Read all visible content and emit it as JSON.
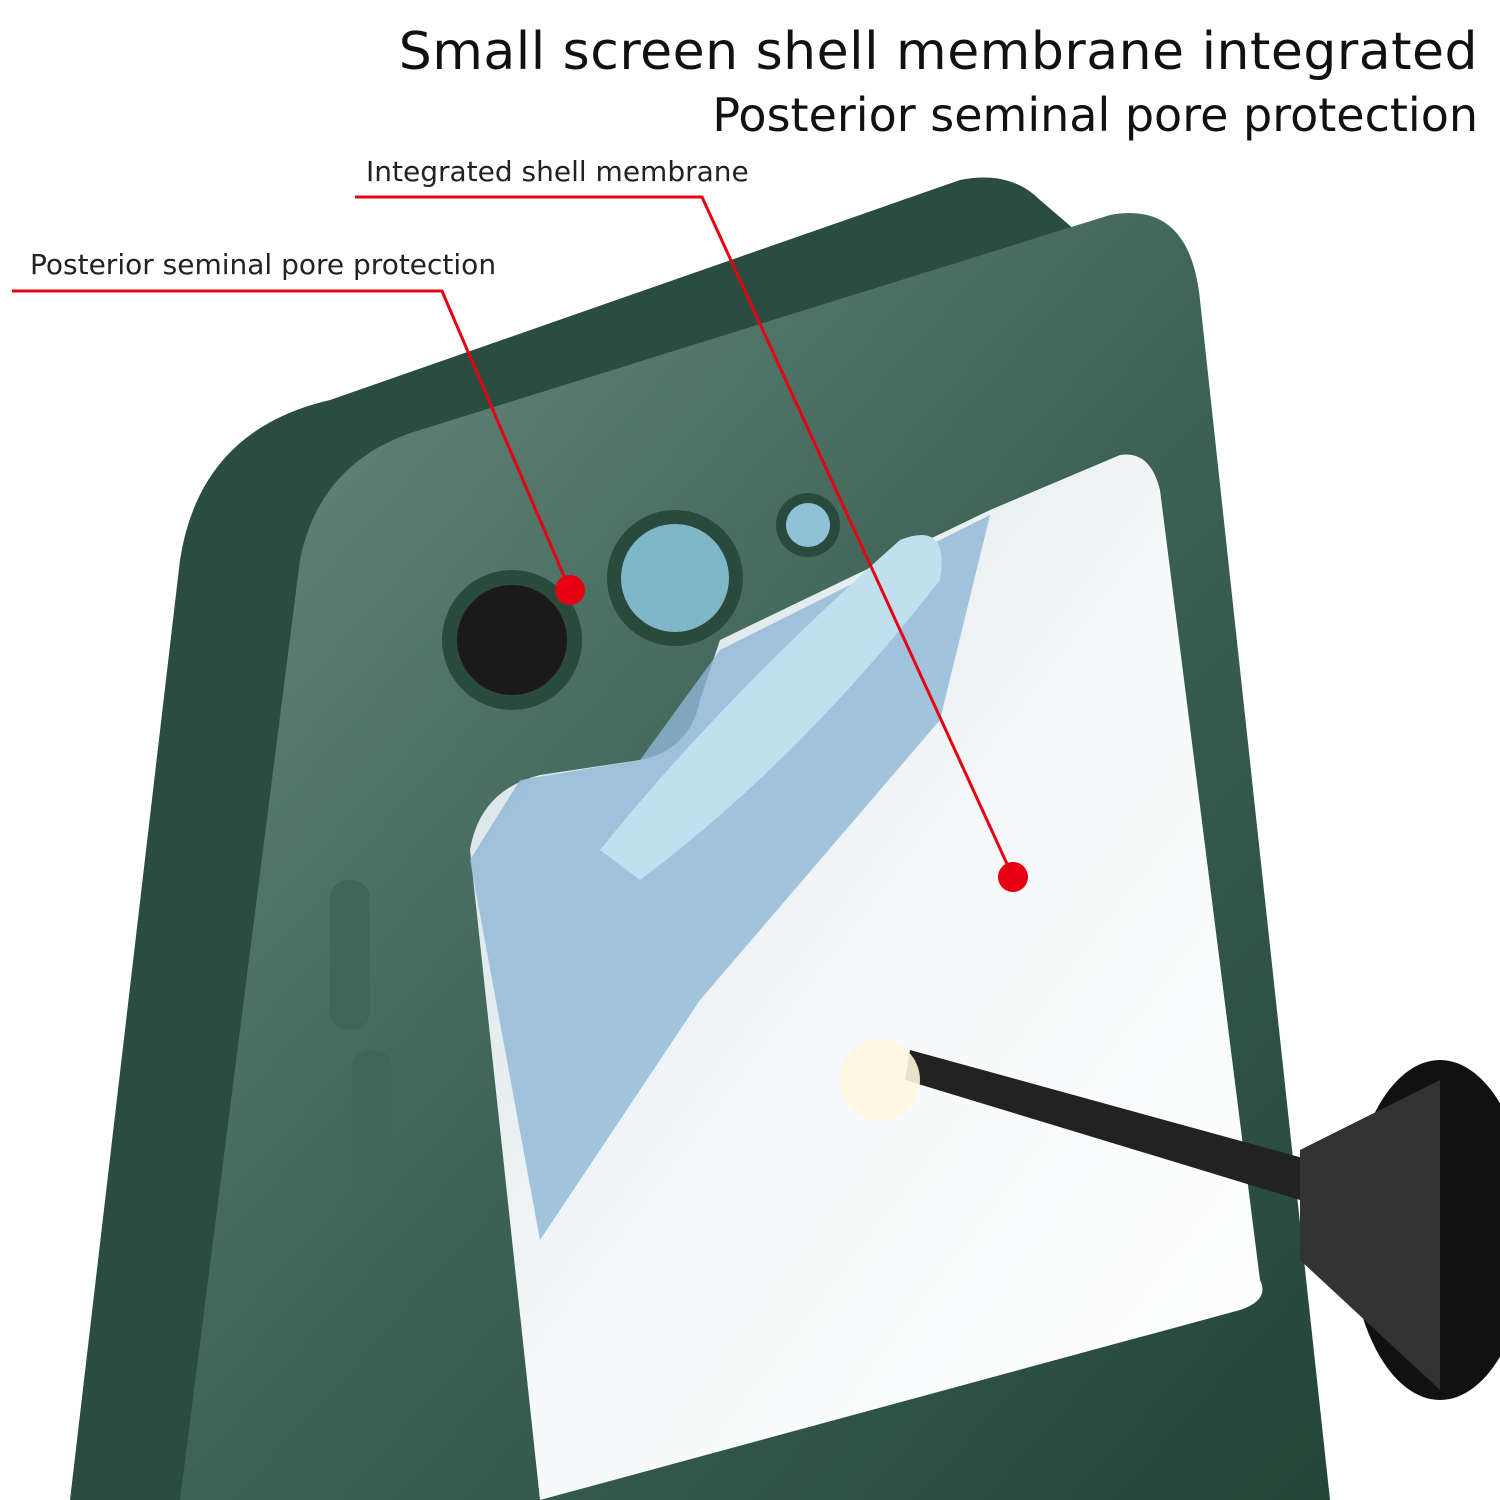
{
  "headline": {
    "title": "Small screen shell membrane integrated",
    "subtitle": "Posterior seminal pore protection"
  },
  "callouts": [
    {
      "label": "Integrated shell membrane"
    },
    {
      "label": "Posterior seminal pore protection"
    }
  ],
  "colors": {
    "case_green": "#2f5548",
    "case_highlight": "#5f7f75",
    "callout_red": "#e60012",
    "glass": "#dfe6e8"
  }
}
